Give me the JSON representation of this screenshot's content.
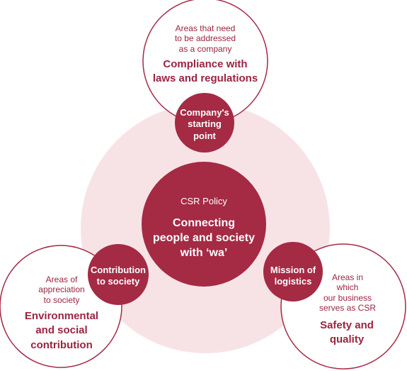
{
  "colors": {
    "maroon": "#a52a44",
    "pink_bg": "#f7e3e6",
    "outline": "#a52a44",
    "text_accent": "#9a2540"
  },
  "top": {
    "description": "Areas that need\nto be addressed\nas a company",
    "title": "Compliance with\nlaws and regulations",
    "tag": "Company's\nstarting\npoint"
  },
  "center": {
    "subtitle": "CSR Policy",
    "title": "Connecting\npeople and society\nwith ‘wa’"
  },
  "left": {
    "description": "Areas of\nappreciation\nto society",
    "title": "Environmental\nand social\ncontribution",
    "tag": "Contribution\nto society"
  },
  "right": {
    "description": "Areas in\nwhich\nour business\nserves as CSR",
    "title": "Safety and\nquality",
    "tag": "Mission of\nlogistics"
  }
}
